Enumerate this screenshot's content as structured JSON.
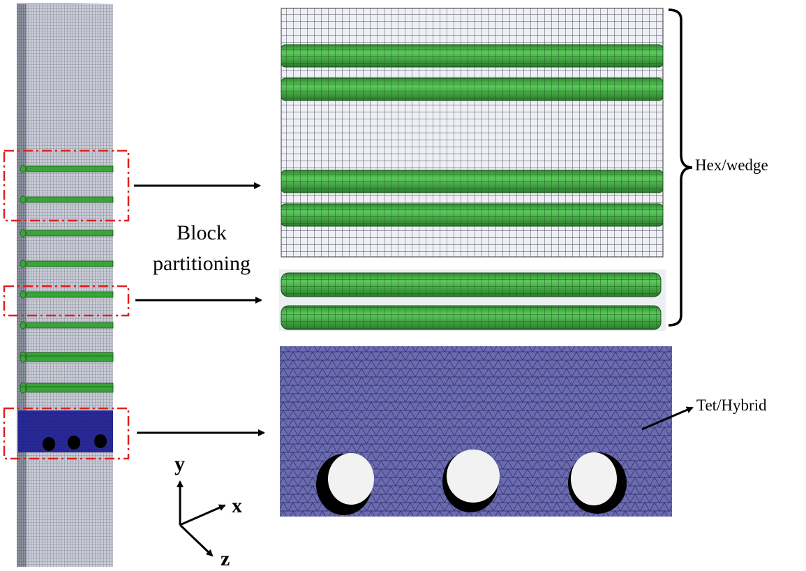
{
  "labels": {
    "block_line1": "Block",
    "block_line2": "partitioning",
    "hex": "Hex/wedge",
    "tet": "Tet/Hybrid"
  },
  "axes": {
    "y": "y",
    "x": "x",
    "z": "z"
  },
  "colors": {
    "mesh_grey": "#c9ccd6",
    "fiber_green": "#3aa63a",
    "tet_blue": "#6b6bb0",
    "highlight_red": "#e02020"
  },
  "specimen": {
    "fiber_groups": 5,
    "fibers_per_group": 2,
    "hole_count": 3
  }
}
